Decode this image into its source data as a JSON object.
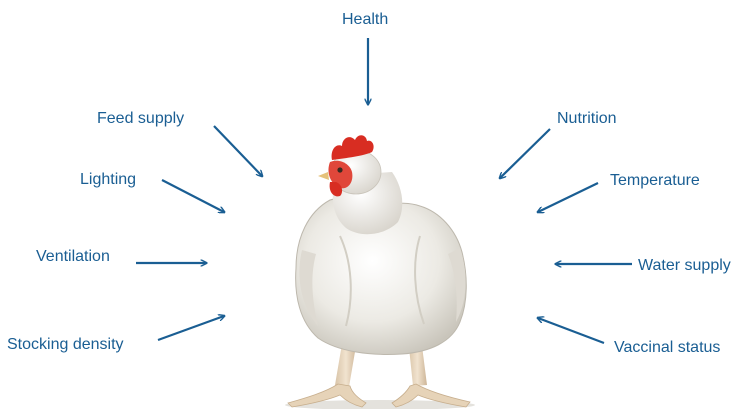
{
  "labels": {
    "health": "Health",
    "feed_supply": "Feed supply",
    "nutrition": "Nutrition",
    "lighting": "Lighting",
    "temperature": "Temperature",
    "ventilation": "Ventilation",
    "water_supply": "Water supply",
    "stocking_density": "Stocking density",
    "vaccinal_status": "Vaccinal status"
  },
  "colors": {
    "label": "#1a5e93",
    "arrow": "#1a5e93"
  },
  "illustration": "broiler-chicken"
}
